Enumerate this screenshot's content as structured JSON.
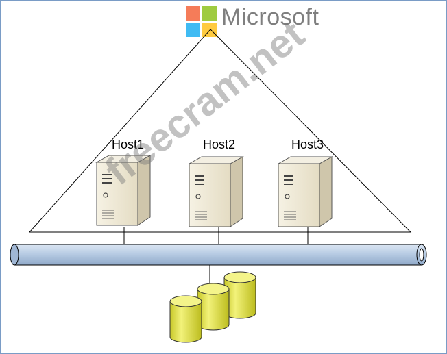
{
  "branding": {
    "logo_text": "Microsoft",
    "logo_colors": [
      "#f25022",
      "#7fba00",
      "#00a4ef",
      "#ffb900"
    ]
  },
  "hosts": [
    {
      "label": "Host1",
      "icon": "server-tower-icon"
    },
    {
      "label": "Host2",
      "icon": "server-tower-icon"
    },
    {
      "label": "Host3",
      "icon": "server-tower-icon"
    }
  ],
  "network": {
    "icon": "network-bus-pipe",
    "color": "#b8cce4"
  },
  "storage": {
    "icon": "database-cylinder-icon",
    "count": 3,
    "color": "#e6e64a"
  },
  "watermark": "freecram.net",
  "colors": {
    "frame_border": "#7a9cc6",
    "server_body": "#efe9d6",
    "pipe_fill": "#b8cce4"
  }
}
